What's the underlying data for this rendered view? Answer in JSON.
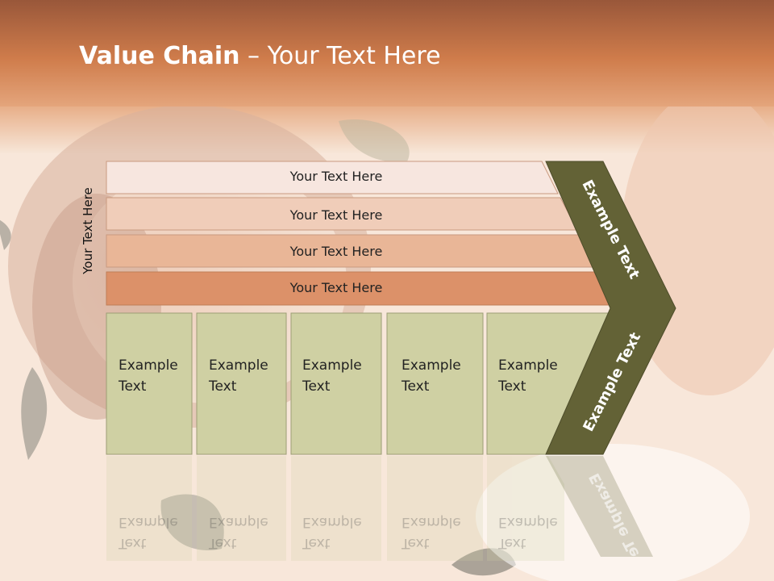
{
  "slide": {
    "title_bold": "Value Chain",
    "title_rest": " – Your Text Here",
    "side_label": "Your Text Here",
    "bars": [
      "Your Text Here",
      "Your Text Here",
      "Your Text Here",
      "Your Text Here"
    ],
    "boxes": [
      {
        "line1": "Example",
        "line2": "Text"
      },
      {
        "line1": "Example",
        "line2": "Text"
      },
      {
        "line1": "Example",
        "line2": "Text"
      },
      {
        "line1": "Example",
        "line2": "Text"
      },
      {
        "line1": "Example",
        "line2": "Text"
      }
    ],
    "chevron_top": "Example Text",
    "chevron_bottom": "Example Text",
    "reflection_chevron": "Example Te"
  },
  "colors": {
    "header": "#c8703f",
    "bar1": "#f7e6df",
    "bar2": "#f0cdb9",
    "bar3": "#e9b697",
    "bar4": "#dc9169",
    "box": "#cfd0a3",
    "chevron": "#636236"
  }
}
